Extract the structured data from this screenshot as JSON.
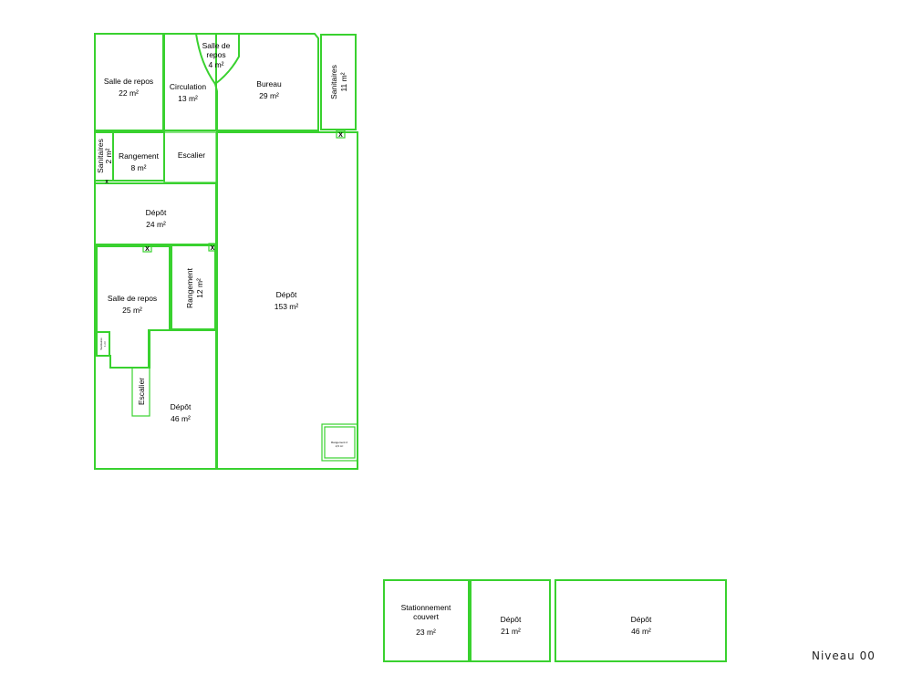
{
  "plan": {
    "level_label": "Niveau  00",
    "colors": {
      "walls": "#39d12f",
      "text": "#000000"
    },
    "rooms": {
      "salle_repos_22": {
        "name": "Salle de repos",
        "area": "22 m²"
      },
      "circulation": {
        "name": "Circulation",
        "area": "13 m²"
      },
      "salle_repos_4": {
        "name_1": "Salle de",
        "name_2": "repos",
        "area": "4 m²"
      },
      "bureau": {
        "name": "Bureau",
        "area": "29 m²"
      },
      "sanitaires_11": {
        "name": "Sanitaires",
        "area": "11 m²"
      },
      "sanitaires_2": {
        "name": "Sanitaires",
        "area": "2 m²"
      },
      "rangement_8": {
        "name": "Rangement",
        "area": "8 m²"
      },
      "escalier_top": {
        "name": "Escalier"
      },
      "depot_24": {
        "name": "Dépôt",
        "area": "24 m²"
      },
      "salle_repos_25": {
        "name": "Salle de repos",
        "area": "25 m²"
      },
      "rangement_12": {
        "name": "Rangement",
        "area": "12 m²"
      },
      "depot_153": {
        "name": "Dépôt",
        "area": "153 m²"
      },
      "sanitaires_1": {
        "name": "Sanitaires",
        "area": "1 m²"
      },
      "escalier_bottom": {
        "name": "Escalier"
      },
      "depot_46_left": {
        "name": "Dépôt",
        "area": "46 m²"
      },
      "rangement_small": {
        "name": "Rangement 2",
        "area": "2,6 m²"
      },
      "stationnement": {
        "name_1": "Stationnement",
        "name_2": "couvert",
        "area": "23 m²"
      },
      "depot_21": {
        "name": "Dépôt",
        "area": "21 m²"
      },
      "depot_46_right": {
        "name": "Dépôt",
        "area": "46 m²"
      }
    },
    "markers": {
      "x": "X"
    }
  }
}
